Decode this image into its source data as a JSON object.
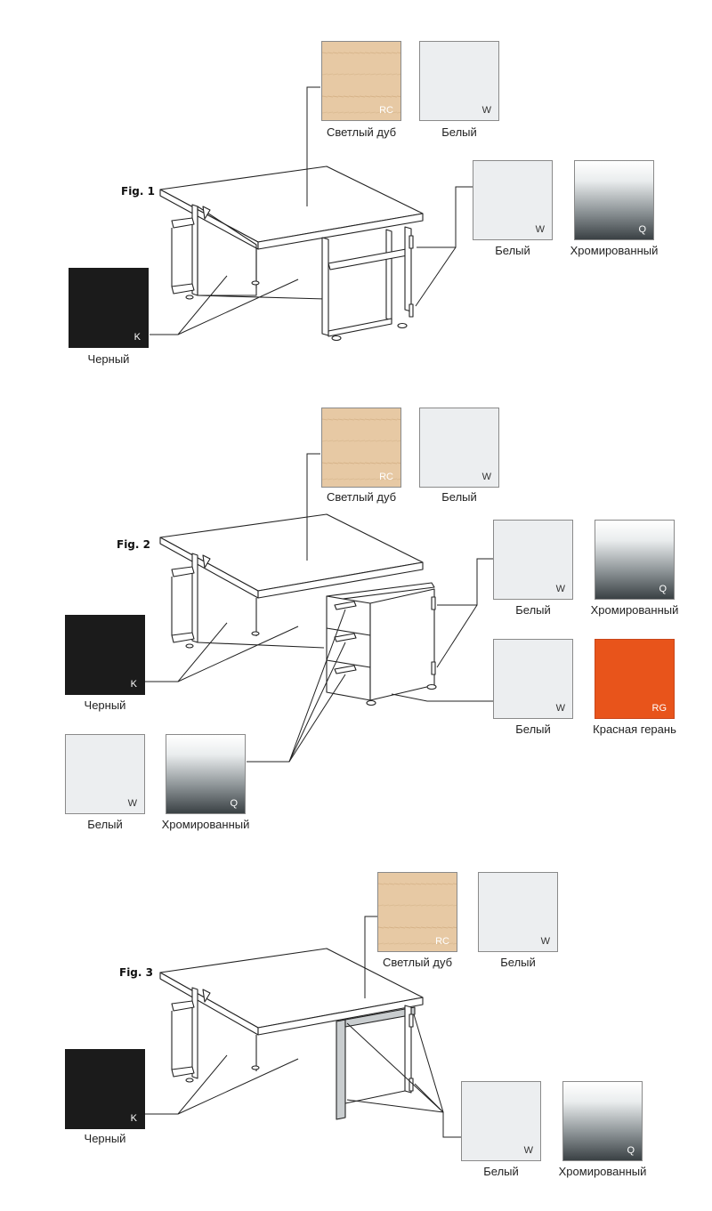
{
  "figures": [
    {
      "label": "Fig. 1",
      "swatches": [
        {
          "code": "RC",
          "name": "Светлый дуб",
          "color": "#e7c9a4"
        },
        {
          "code": "W",
          "name": "Белый",
          "color": "#eceef0"
        },
        {
          "code": "W",
          "name": "Белый",
          "color": "#eceef0"
        },
        {
          "code": "Q",
          "name": "Хромированный",
          "color": "gradient"
        },
        {
          "code": "K",
          "name": "Черный",
          "color": "#1b1b1b"
        }
      ]
    },
    {
      "label": "Fig. 2",
      "swatches": [
        {
          "code": "RC",
          "name": "Светлый дуб",
          "color": "#e7c9a4"
        },
        {
          "code": "W",
          "name": "Белый",
          "color": "#eceef0"
        },
        {
          "code": "W",
          "name": "Белый",
          "color": "#eceef0"
        },
        {
          "code": "Q",
          "name": "Хромированный",
          "color": "gradient"
        },
        {
          "code": "W",
          "name": "Белый",
          "color": "#eceef0"
        },
        {
          "code": "RG",
          "name": "Красная герань",
          "color": "#e8541b"
        },
        {
          "code": "K",
          "name": "Черный",
          "color": "#1b1b1b"
        },
        {
          "code": "W",
          "name": "Белый",
          "color": "#eceef0"
        },
        {
          "code": "Q",
          "name": "Хромированный",
          "color": "gradient"
        }
      ]
    },
    {
      "label": "Fig. 3",
      "swatches": [
        {
          "code": "RC",
          "name": "Светлый дуб",
          "color": "#e7c9a4"
        },
        {
          "code": "W",
          "name": "Белый",
          "color": "#eceef0"
        },
        {
          "code": "K",
          "name": "Черный",
          "color": "#1b1b1b"
        },
        {
          "code": "W",
          "name": "Белый",
          "color": "#eceef0"
        },
        {
          "code": "Q",
          "name": "Хромированный",
          "color": "gradient"
        }
      ]
    }
  ]
}
